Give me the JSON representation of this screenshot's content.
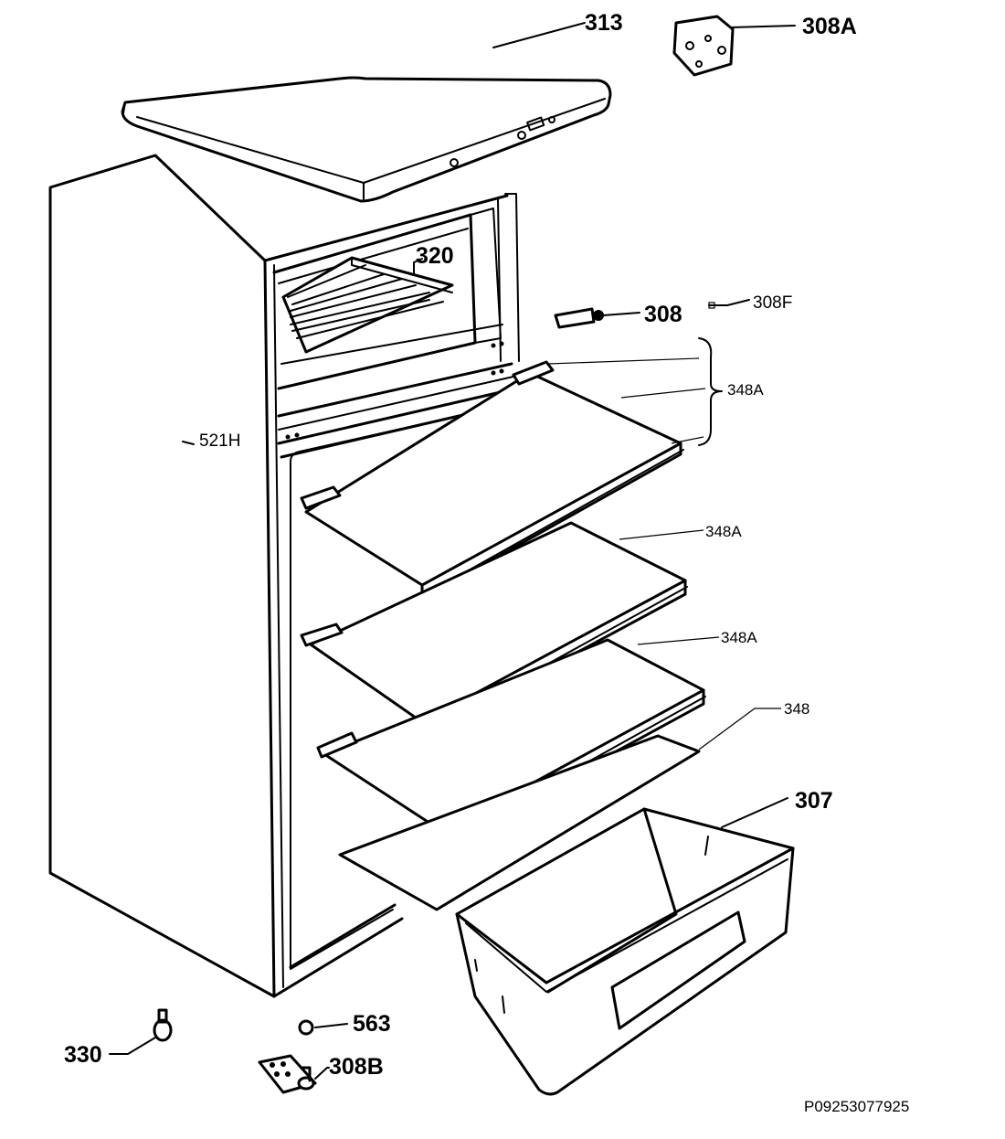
{
  "labels": {
    "top_panel": "313",
    "top_hinge": "308A",
    "freezer_grid": "320",
    "hinge": "308",
    "hinge_pin": "308F",
    "shelf_upper": "348A",
    "shelf_middle_1": "348A",
    "shelf_middle_2": "348A",
    "shelf_bottom": "348",
    "drawer": "307",
    "cabinet": "521H",
    "foot": "330",
    "nut": "563",
    "bottom_hinge": "308B"
  },
  "reference": "P09253077925"
}
